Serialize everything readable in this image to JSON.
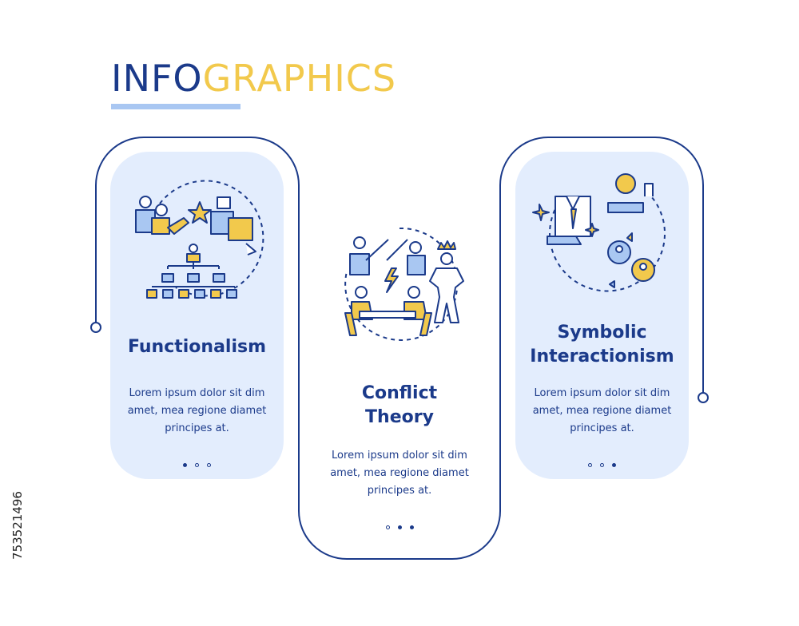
{
  "title": {
    "part1": "INFO",
    "part2": "GRAPHICS"
  },
  "colors": {
    "navy": "#1b3a8a",
    "yellow": "#f2c94c",
    "light_blue": "#e3edfd",
    "mid_blue": "#a9c7f2"
  },
  "cards": [
    {
      "title": "Functionalism",
      "body": "Lorem ipsum dolor sit dim amet, mea regione diamet principes at.",
      "icon": "functionalism-icon",
      "active_dot": 0
    },
    {
      "title": "Conflict\nTheory",
      "body": "Lorem ipsum dolor sit dim amet, mea regione diamet principes at.",
      "icon": "conflict-theory-icon",
      "active_dot": 1
    },
    {
      "title": "Symbolic\nInteractionism",
      "body": "Lorem ipsum dolor sit dim amet, mea regione diamet principes at.",
      "icon": "symbolic-interactionism-icon",
      "active_dot": 2
    }
  ],
  "watermark": "753521496"
}
